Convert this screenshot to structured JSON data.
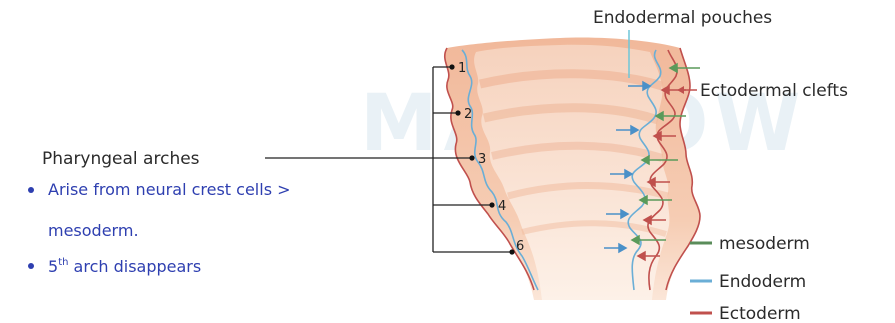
{
  "labels": {
    "endodermal_pouches": "Endodermal pouches",
    "ectodermal_clefts": "Ectodermal clefts",
    "pharyngeal_arches": "Pharyngeal arches"
  },
  "bullets": [
    {
      "line1": "Arise from neural crest cells >",
      "line2": "mesoderm."
    },
    {
      "prefix": "5",
      "sup": "th",
      "text": " arch disappears"
    }
  ],
  "arch_numbers": [
    "1",
    "2",
    "3",
    "4",
    "6"
  ],
  "legend": [
    {
      "label": "mesoderm",
      "color": "#5a8c5a"
    },
    {
      "label": "Endoderm",
      "color": "#6aaed6"
    },
    {
      "label": "Ectoderm",
      "color": "#c0504d"
    }
  ],
  "colors": {
    "tissue": "#f4c3a6",
    "tissue_light": "#f8d7c3",
    "ectoderm_line": "#c0504d",
    "endoderm_line": "#6aaed6",
    "mesoderm_arrow": "#5a9a5a",
    "bullet_text": "#2e3fb0"
  },
  "watermark": {
    "text": "MARROW"
  }
}
